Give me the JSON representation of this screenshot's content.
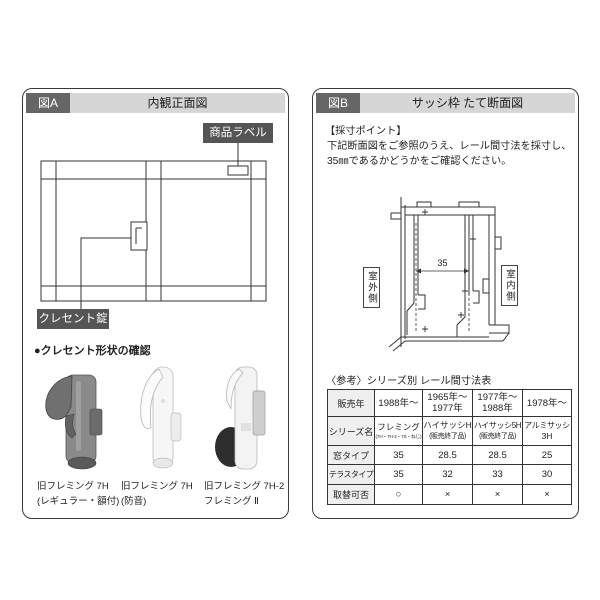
{
  "panel_a": {
    "tag": "図A",
    "title": "内観正面図",
    "product_label_callout": "商品ラベル",
    "crescent_callout": "クレセント錠",
    "shape_check_heading": "●クレセント形状の確認",
    "products": [
      {
        "line1": "旧フレミング 7H",
        "line2": "(レギュラー・額付)",
        "icon": "crescent-lock-gray"
      },
      {
        "line1": "旧フレミング 7H",
        "line2": "(防音)",
        "icon": "crescent-lock-white"
      },
      {
        "line1": "旧フレミング 7H-2",
        "line2": "フレミング Ⅱ",
        "icon": "crescent-lock-white-silver"
      }
    ]
  },
  "panel_b": {
    "tag": "図B",
    "title": "サッシ枠 たて断面図",
    "measure_heading": "【採寸ポイント】",
    "measure_text": [
      "下記断面図をご参照のうえ、レール間寸法を採寸し、",
      "35㎜であるかどうかをご確認ください。"
    ],
    "dimension_label": "35",
    "outdoor_label": "室外側",
    "indoor_label": "室内側",
    "table_title": "〈参考〉シリーズ別 レール間寸法表",
    "table": {
      "rows": [
        {
          "head": "販売年",
          "cells": [
            [
              "1988年～"
            ],
            [
              "1965年～",
              "1977年"
            ],
            [
              "1977年～",
              "1988年"
            ],
            [
              "1978年～"
            ]
          ]
        },
        {
          "head": "シリーズ名",
          "cells": [
            [
              "フレミング",
              "(7H・7H-2・7S・ねじ)"
            ],
            [
              "ハイサッシH",
              "(販売終了品)"
            ],
            [
              "ハイサッシ5H",
              "(販売終了品)"
            ],
            [
              "アルミサッシ",
              "3H"
            ]
          ]
        },
        {
          "head": "窓タイプ",
          "cells": [
            [
              "35"
            ],
            [
              "28.5"
            ],
            [
              "28.5"
            ],
            [
              "25"
            ]
          ]
        },
        {
          "head": "テラスタイプ",
          "cells": [
            [
              "35"
            ],
            [
              "32"
            ],
            [
              "33"
            ],
            [
              "30"
            ]
          ]
        },
        {
          "head": "取替可否",
          "cells": [
            [
              "○"
            ],
            [
              "×"
            ],
            [
              "×"
            ],
            [
              "×"
            ]
          ]
        }
      ]
    }
  },
  "colors": {
    "panel_border": "#3a3a3a",
    "tag_bg": "#666666",
    "header_bg": "#d6d6d6",
    "callout_bg": "#555555",
    "first_col_bg": "#efefef",
    "product_gray": "#7a7a7a",
    "product_white": "#f5f5f5"
  }
}
